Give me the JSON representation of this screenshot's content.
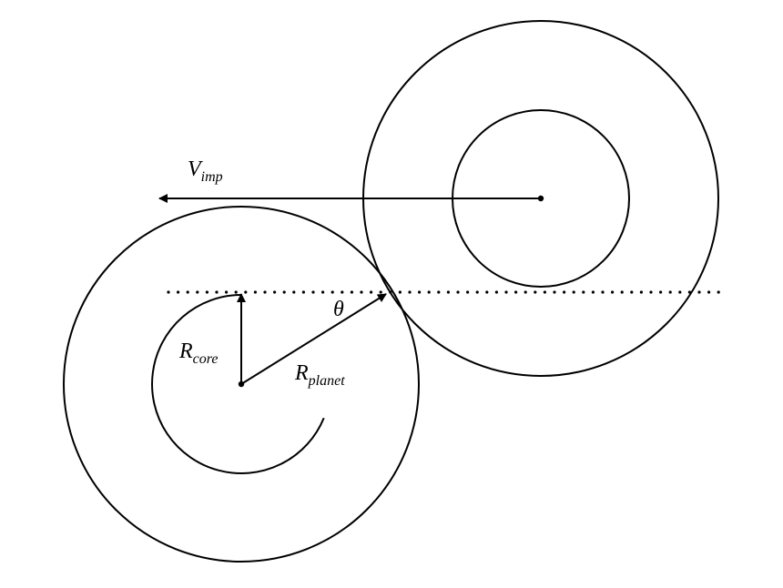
{
  "labels": {
    "v_imp": {
      "main": "V",
      "sub": "imp"
    },
    "r_core": {
      "main": "R",
      "sub": "core"
    },
    "r_planet": {
      "main": "R",
      "sub": "planet"
    },
    "theta": "θ"
  }
}
